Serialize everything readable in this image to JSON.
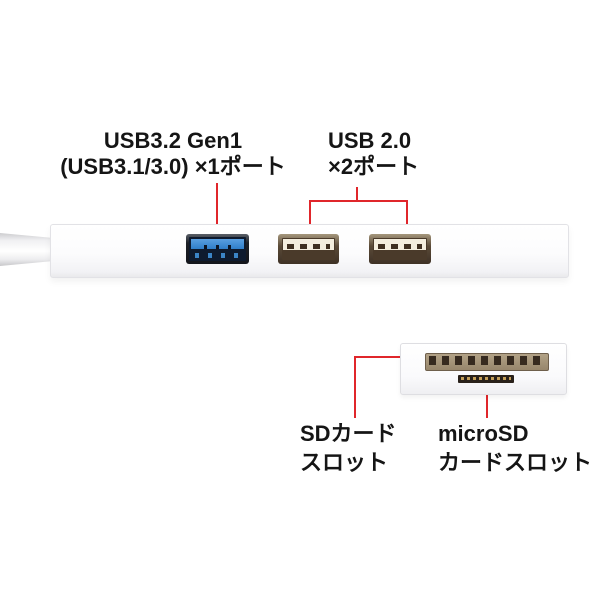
{
  "colors": {
    "callout-red": "#e0262b",
    "usb3-blue": "#2f7ec9",
    "text": "#151515"
  },
  "annotations": {
    "usb3": {
      "line1": "USB3.2 Gen1",
      "line2": "(USB3.1/3.0) ×1ポート"
    },
    "usb2": {
      "line1": "USB 2.0",
      "line2": "×2ポート"
    },
    "sd": {
      "line1": "SDカード",
      "line2": "スロット"
    },
    "microsd": {
      "line1": "microSD",
      "line2": "カードスロット"
    }
  }
}
